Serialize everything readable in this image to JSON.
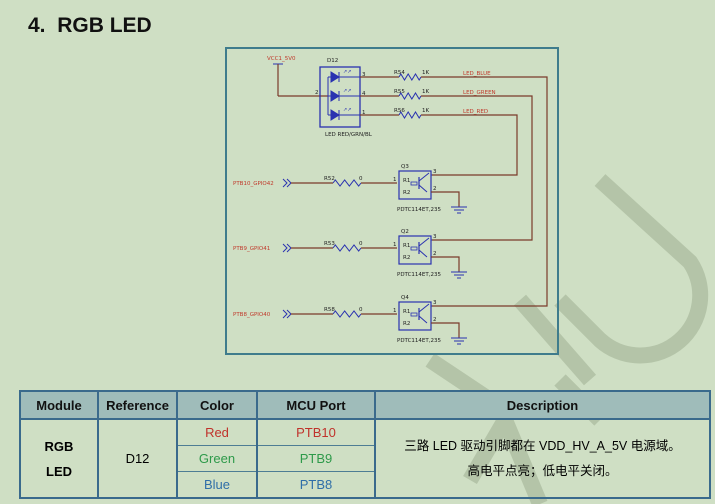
{
  "page": {
    "section_number": "4.",
    "title": "RGB LED"
  },
  "schematic": {
    "power_net": "VCC1_5V0",
    "led": {
      "ref": "D12",
      "part": "LED RED/GRN/BL",
      "pins": {
        "common": "2",
        "blue": "3",
        "green": "4",
        "red": "1"
      }
    },
    "resistors_led": [
      {
        "ref": "R54",
        "value": "1K",
        "net": "LED_BLUE"
      },
      {
        "ref": "R55",
        "value": "1K",
        "net": "LED_GREEN"
      },
      {
        "ref": "R56",
        "value": "1K",
        "net": "LED_RED"
      }
    ],
    "drivers": [
      {
        "net": "PTB10_GPIO42",
        "resistor": "R52",
        "res_value": "0",
        "transistor": "Q3",
        "part": "PDTC114ET,235",
        "pin_in": "1",
        "pin_c": "3",
        "pin_e": "2",
        "r1": "R1",
        "r2": "R2"
      },
      {
        "net": "PTB9_GPIO41",
        "resistor": "R53",
        "res_value": "0",
        "transistor": "Q2",
        "part": "PDTC114ET,235",
        "pin_in": "1",
        "pin_c": "3",
        "pin_e": "2",
        "r1": "R1",
        "r2": "R2"
      },
      {
        "net": "PTB8_GPIO40",
        "resistor": "R58",
        "res_value": "0",
        "transistor": "Q4",
        "part": "PDTC114ET,235",
        "pin_in": "1",
        "pin_c": "3",
        "pin_e": "2",
        "r1": "R1",
        "r2": "R2"
      }
    ]
  },
  "table": {
    "headers": [
      "Module",
      "Reference",
      "Color",
      "MCU Port",
      "Description"
    ],
    "module_line1": "RGB",
    "module_line2": "LED",
    "reference": "D12",
    "rows": [
      {
        "color": "Red",
        "port": "PTB10"
      },
      {
        "color": "Green",
        "port": "PTB9"
      },
      {
        "color": "Blue",
        "port": "PTB8"
      }
    ],
    "description_line1": "三路 LED 驱动引脚都在 VDD_HV_A_5V 电源域。",
    "description_line2": "高电平点亮；低电平关闭。"
  },
  "colors": {
    "background": "#cfdfc4",
    "wire": "#7a3b2a",
    "component": "#2a32b0",
    "net_label": "#c0392b",
    "table_border": "#3a6a8c",
    "table_header": "#9fbcba",
    "red": "#c0322b",
    "green": "#2e9a4a",
    "blue": "#2f6ea8"
  }
}
